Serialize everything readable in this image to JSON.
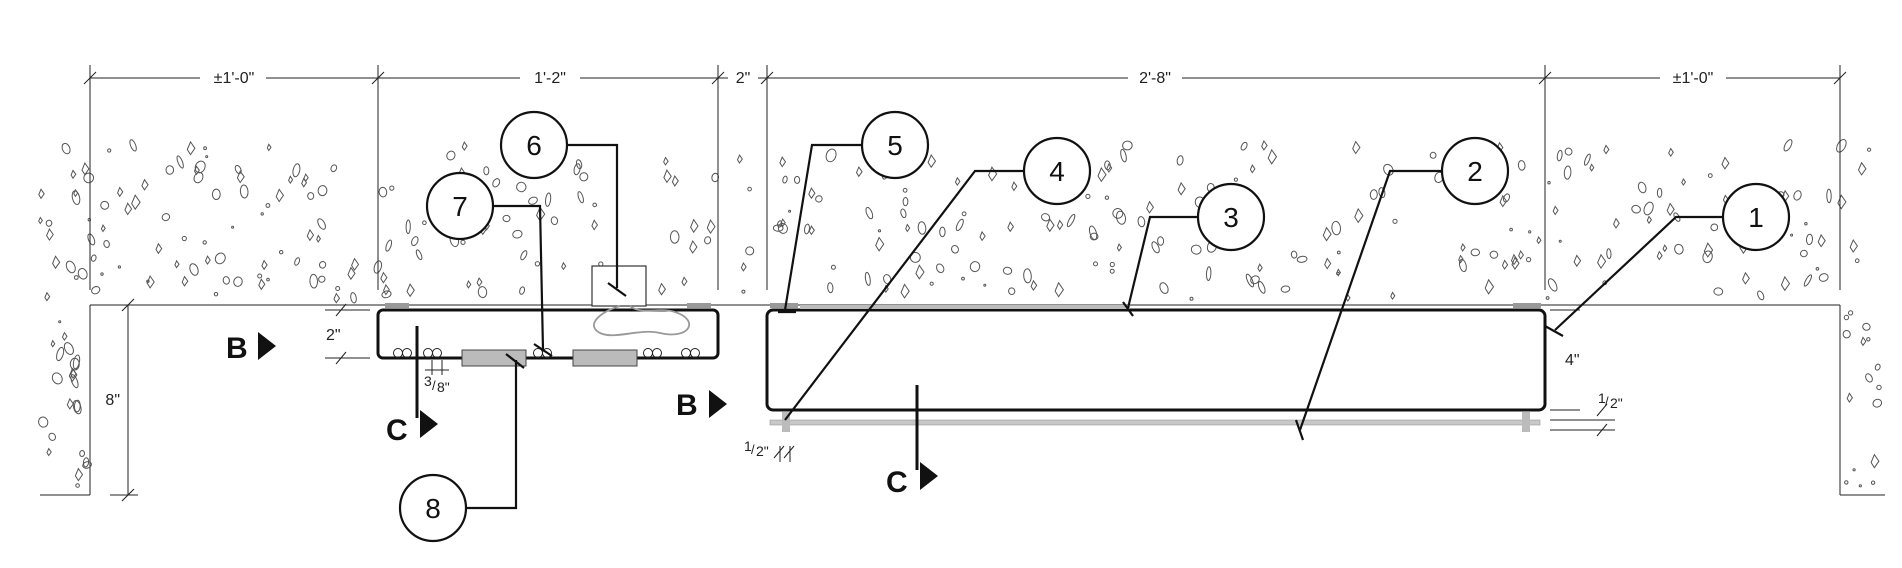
{
  "dimensions": {
    "top_left": "±1'-0\"",
    "top_mid": "1'-2\"",
    "top_gap": "2\"",
    "top_main": "2'-8\"",
    "top_right": "±1'-0\"",
    "depth_left": "8\"",
    "small_h": "2\"",
    "rebar_spacing_num": "3",
    "rebar_spacing_den": "8\"",
    "right_h": "4\"",
    "right_small_num": "1",
    "right_small_den": "2\"",
    "left_bottom_num": "1",
    "left_bottom_den": "2\""
  },
  "callouts": [
    "1",
    "2",
    "3",
    "4",
    "5",
    "6",
    "7",
    "8"
  ],
  "section_marks": {
    "b_left": "B",
    "b_right": "B",
    "c_left": "C",
    "c_right": "C"
  },
  "colors": {
    "line": "#111111",
    "aggregate": "#555555",
    "steel": "#bbbbbb"
  }
}
